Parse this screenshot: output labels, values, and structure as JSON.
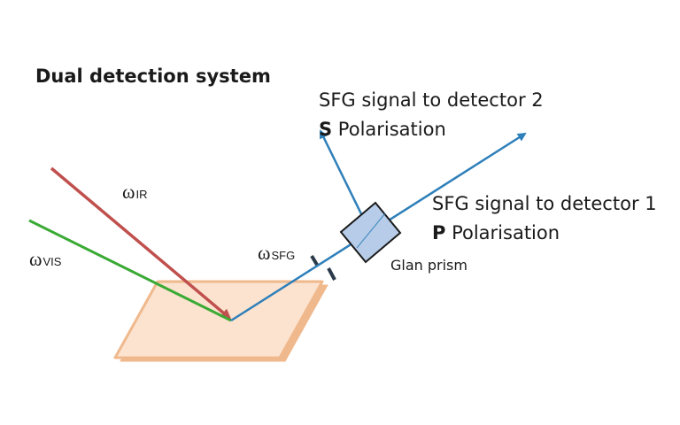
{
  "title": "Dual detection system",
  "detector2": {
    "line1": "SFG signal to detector 2",
    "pol_letter": "S",
    "pol_text": " Polarisation"
  },
  "detector1": {
    "line1": "SFG signal to detector 1",
    "pol_letter": "P",
    "pol_text": " Polarisation"
  },
  "prism_label": "Glan prism",
  "beams": {
    "ir": {
      "symbol": "ω",
      "sub": "IR",
      "color": "#c0504d"
    },
    "vis": {
      "symbol": "ω",
      "sub": "VIS",
      "color": "#3aaa35"
    },
    "sfg": {
      "symbol": "ω",
      "sub": "SFG",
      "color": "#2e7fba"
    }
  },
  "colors": {
    "sample_fill": "#fbe3cf",
    "sample_edge": "#f0b98d",
    "prism_fill": "#b7cce8",
    "prism_edge": "#1a1a1a",
    "aperture": "#2b3a4a"
  }
}
